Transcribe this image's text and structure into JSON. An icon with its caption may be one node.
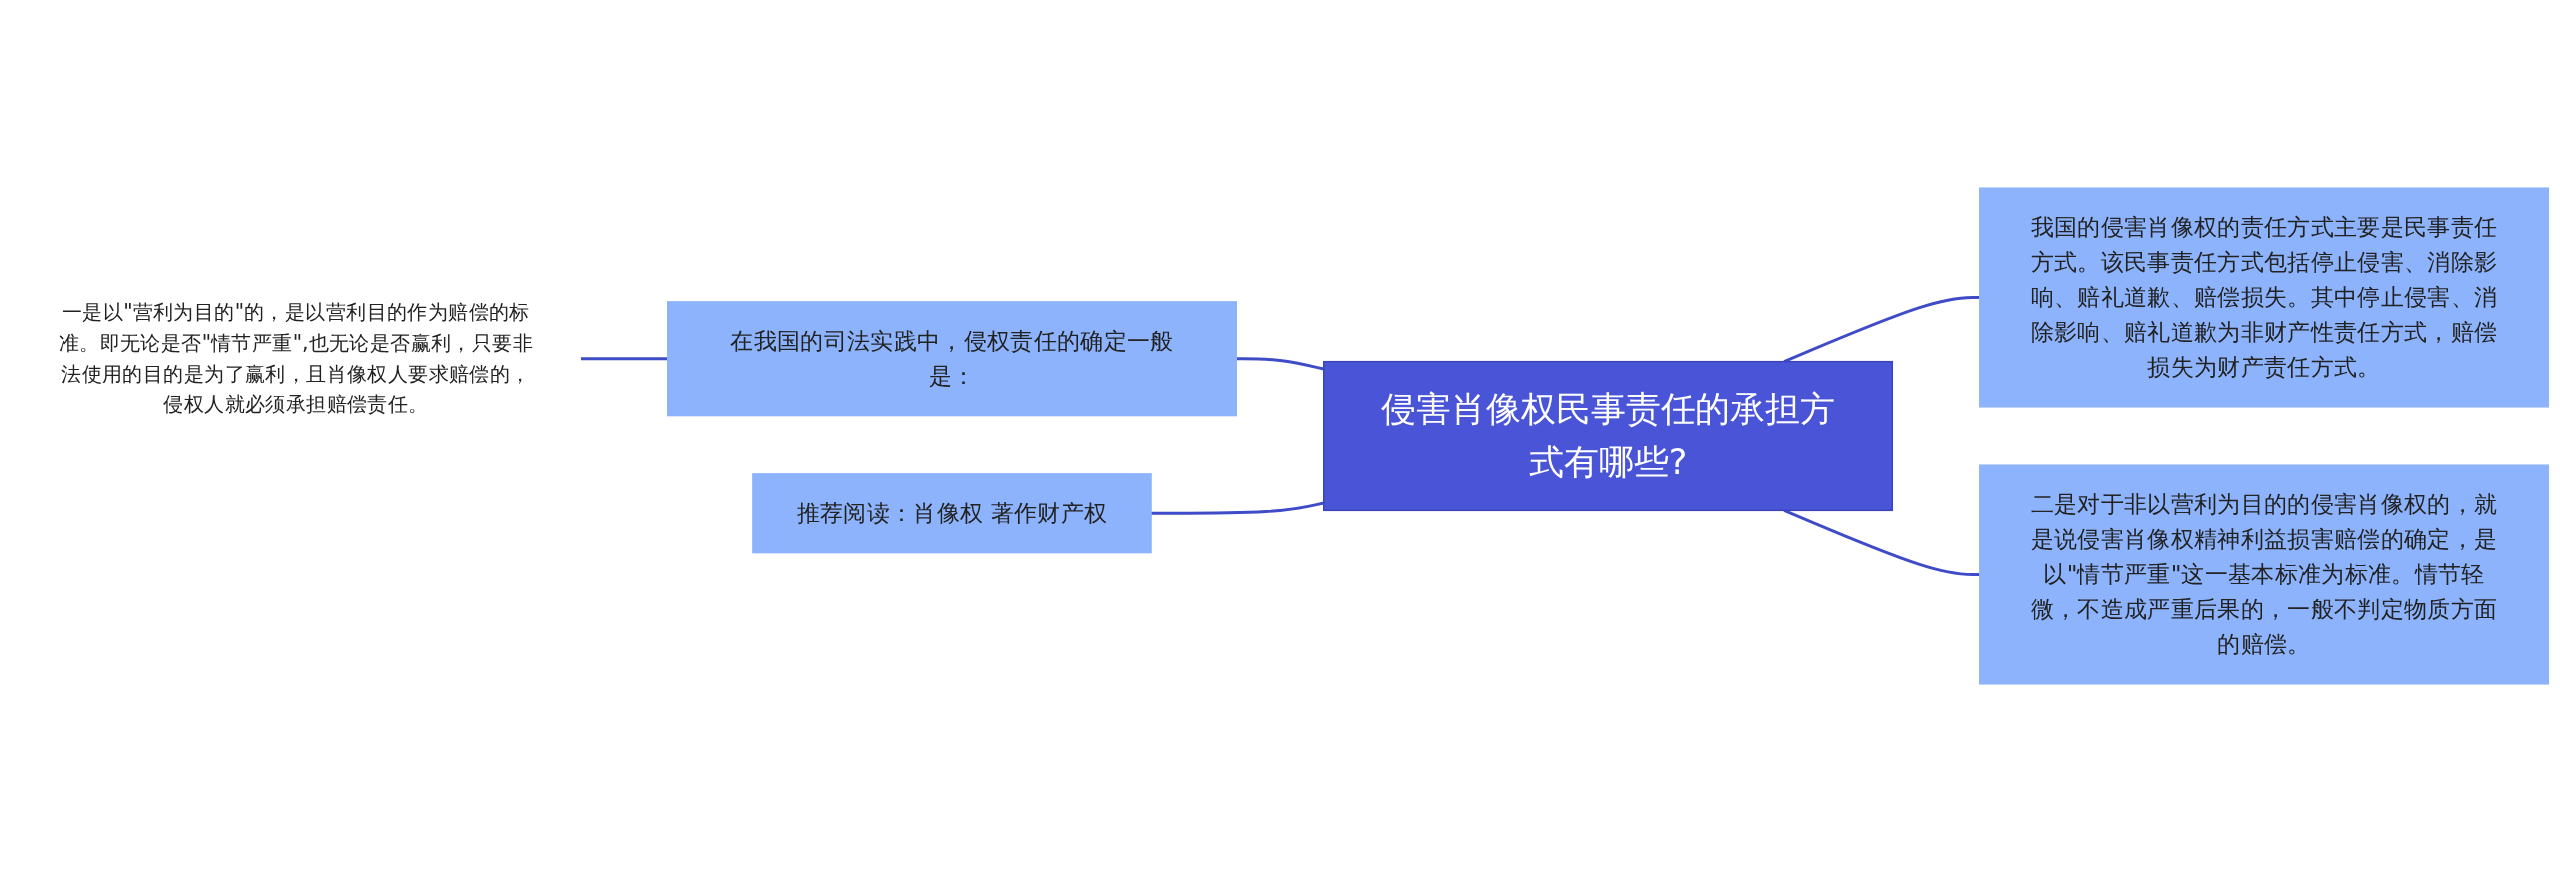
{
  "diagram": {
    "nodes": [
      {
        "text": [
          "侵害肖像权民事责任的承担方式有哪些?"
        ]
      },
      {
        "text": [
          "在我国的司法实践中，侵权责任的确定一般是："
        ]
      },
      {
        "text": [
          "推荐阅读：肖像权 著作财产权"
        ]
      },
      {
        "text": [
          "一是以\"营利为目的\"的，是以营利目的作为赔偿的标准。即无论是否\"情节严重\",也无论是否赢利，只要非法使用的目的是为了赢利，且肖像权人要求赔偿的，侵权人就必须承担赔偿责任。"
        ]
      },
      {
        "text": [
          "我国的侵害肖像权的责任方式主要是民事责任方式。该民事责任方式包括停止侵害、消除影响、赔礼道歉、赔偿损失。其中停止侵害、消除影响、赔礼道歉为非财产性责任方式，赔偿损失为财产责任方式。"
        ]
      },
      {
        "text": [
          "二是对于非以营利为目的的侵害肖像权的，就是说侵害肖像权精神利益损害赔偿的确定，是以\"情节严重\"这一基本标准为标准。情节轻微，不造成严重后果的，一般不判定物质方面的赔偿。"
        ]
      }
    ],
    "edges": [
      {
        "from": 0,
        "to": 1,
        "arrow": "none"
      },
      {
        "from": 0,
        "to": 2,
        "arrow": "none"
      },
      {
        "from": 1,
        "to": 3,
        "arrow": "none"
      },
      {
        "from": 0,
        "to": 4,
        "arrow": "none"
      },
      {
        "from": 0,
        "to": 5,
        "arrow": "none"
      }
    ]
  }
}
